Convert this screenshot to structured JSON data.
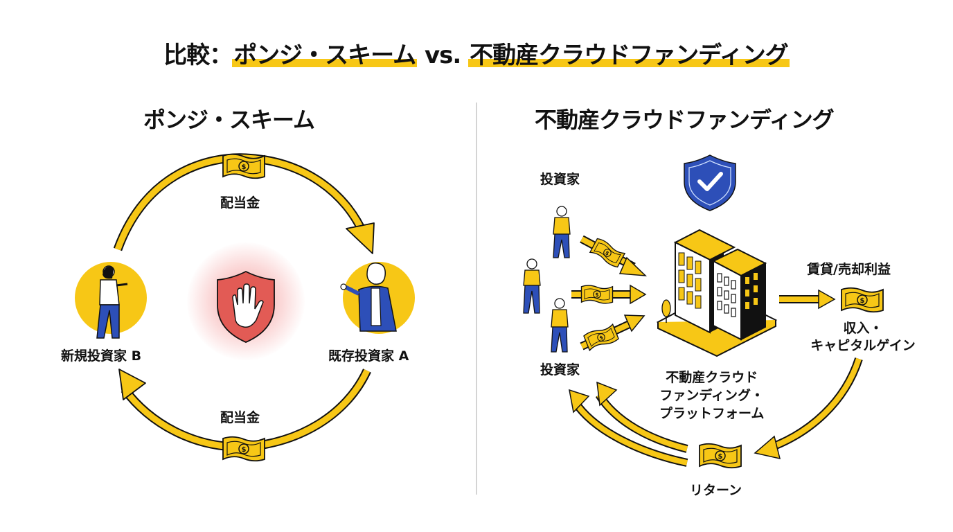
{
  "title": {
    "prefix": "比較：",
    "left": "ポンジ・スキーム",
    "vs": " vs. ",
    "right": "不動産クラウドファンディング"
  },
  "ponzi": {
    "heading": "ポンジ・スキーム",
    "top_flow_label": "配当金",
    "bottom_flow_label": "配当金",
    "investor_b": "新規投資家 B",
    "investor_a": "既存投資家 A",
    "center_icon": "stop-hand-shield-icon"
  },
  "crowdfunding": {
    "heading": "不動産クラウドファンディング",
    "investors_top_label": "投資家",
    "investors_bottom_label": "投資家",
    "platform_label": [
      "不動産クラウド",
      "ファンディング・",
      "プラットフォーム"
    ],
    "profit_label": "賃貸/売却利益",
    "income_label": [
      "収入・",
      "キャピタルゲイン"
    ],
    "return_label": "リターン",
    "trust_icon": "check-shield-icon"
  },
  "colors": {
    "accent_yellow": "#F7C716",
    "blue": "#2D4FB8",
    "red": "#E25B55",
    "divider": "#D4D4D4"
  }
}
